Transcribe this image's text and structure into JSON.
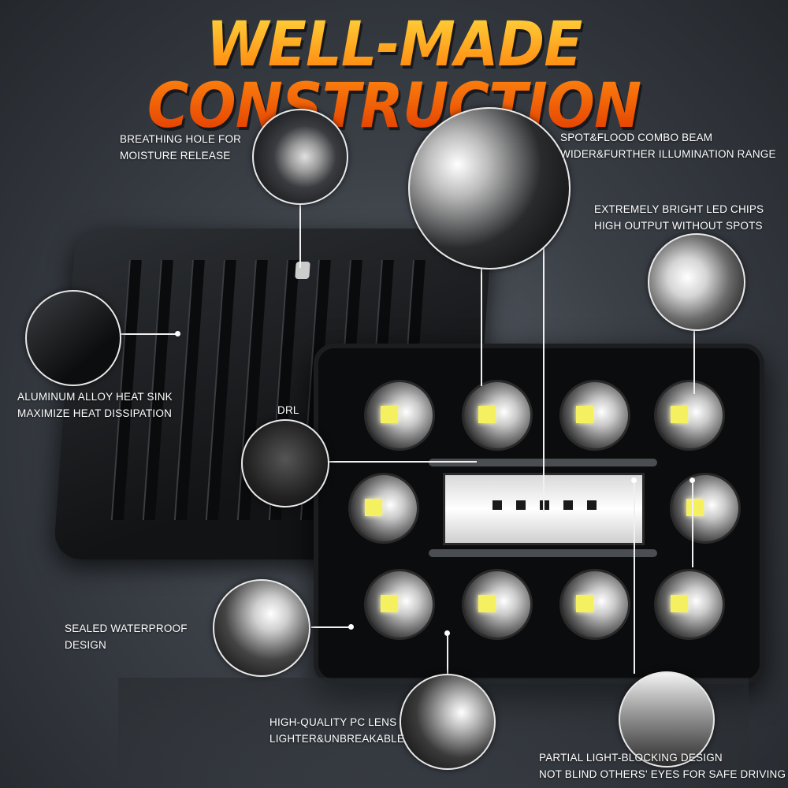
{
  "title": "WELL-MADE CONSTRUCTION",
  "callouts": {
    "breathing_hole": {
      "line1": "BREATHING HOLE FOR",
      "line2": "MOISTURE RELEASE"
    },
    "spot_flood": {
      "line1": "SPOT&FLOOD COMBO BEAM",
      "line2": "WIDER&FURTHER ILLUMINATION RANGE"
    },
    "led_chips": {
      "line1": "EXTREMELY BRIGHT LED CHIPS",
      "line2": "HIGH OUTPUT WITHOUT SPOTS"
    },
    "heat_sink": {
      "line1": "ALUMINUM ALLOY HEAT SINK",
      "line2": "MAXIMIZE HEAT DISSIPATION"
    },
    "drl": {
      "line1": "DRL"
    },
    "waterproof": {
      "line1": "SEALED WATERPROOF",
      "line2": "DESIGN"
    },
    "pc_lens": {
      "line1": "HIGH-QUALITY PC LENS",
      "line2": "LIGHTER&UNBREAKABLE"
    },
    "light_blocking": {
      "line1": "PARTIAL LIGHT-BLOCKING DESIGN",
      "line2": "NOT BLIND OTHERS' EYES FOR SAFE DRIVING"
    }
  },
  "colors": {
    "title_top": "#ffd23a",
    "title_bottom": "#e23a00",
    "label": "#ffffff",
    "chip": "#f5f060"
  }
}
